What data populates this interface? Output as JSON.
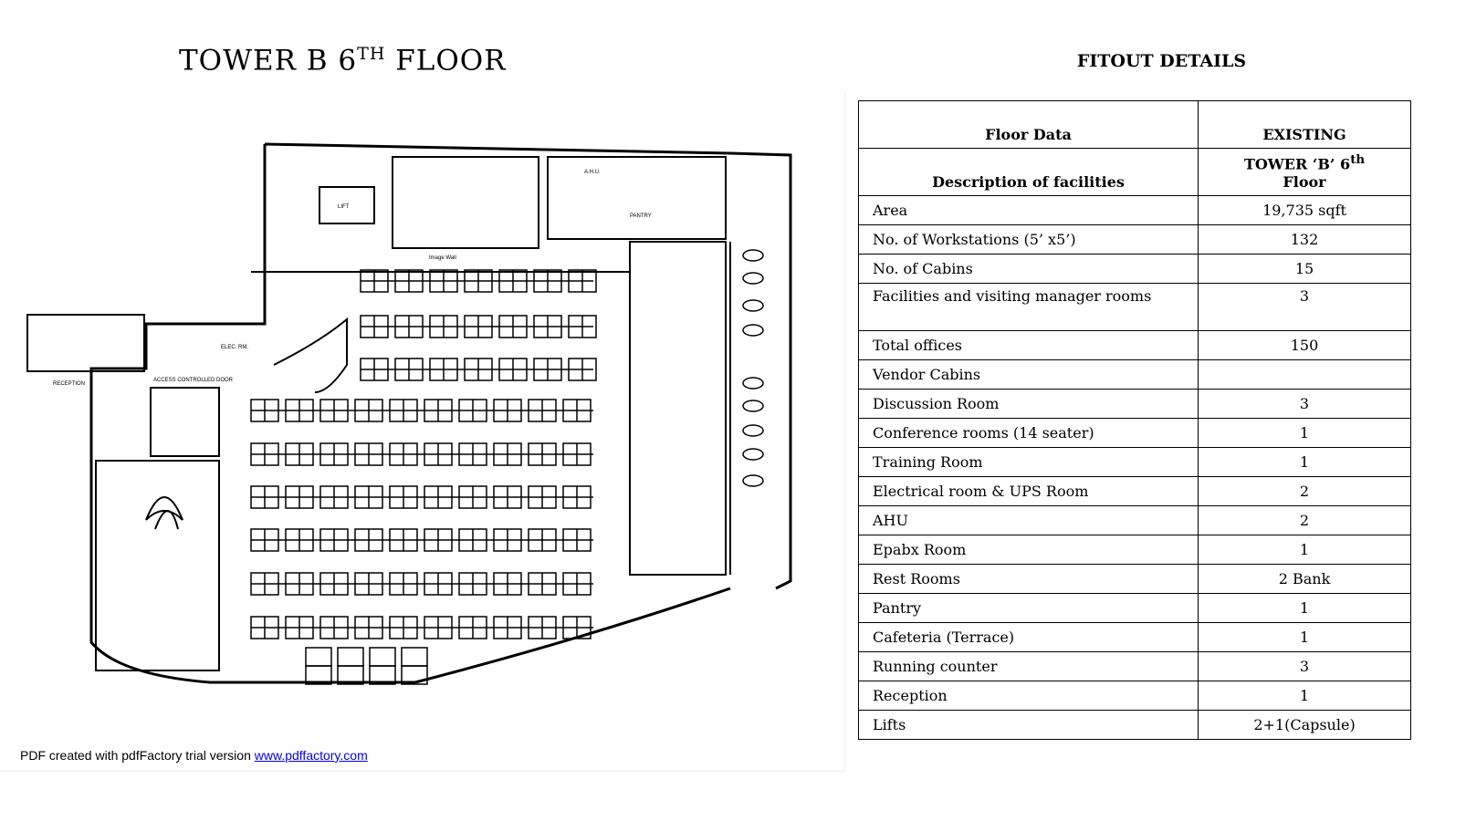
{
  "plan": {
    "title_main": "TOWER B 6",
    "title_sup": "TH",
    "title_tail": " FLOOR",
    "labels": {
      "lift": "LIFT",
      "ahu": "A.H.U.",
      "pantry": "PANTRY",
      "elec_rm": "ELEC. RM.",
      "access": "ACCESS CONTROLLED DOOR",
      "reception": "RECEPTION",
      "image_wall": "Image Wall"
    }
  },
  "pdf_note": {
    "text": "PDF created with pdfFactory trial version ",
    "link": "www.pdffactory.com"
  },
  "fitout": {
    "title": "FITOUT DETAILS",
    "header1": [
      "Floor Data",
      "EXISTING"
    ],
    "header2_label": "Description of facilities",
    "header2_value_line1": "TOWER ‘B’ 6",
    "header2_value_sup": "th",
    "header2_value_line2": "Floor",
    "rows": [
      {
        "label": "Area",
        "value": "19,735 sqft"
      },
      {
        "label": "No. of Workstations (5’ x5’)",
        "value": "132"
      },
      {
        "label": "No. of Cabins",
        "value": "15"
      },
      {
        "label": "Facilities and visiting manager rooms",
        "value": "3"
      },
      {
        "label": "Total offices",
        "value": "150"
      },
      {
        "label": "Vendor Cabins",
        "value": ""
      },
      {
        "label": "Discussion Room",
        "value": "3"
      },
      {
        "label": "Conference rooms (14 seater)",
        "value": "1"
      },
      {
        "label": "Training Room",
        "value": "1"
      },
      {
        "label": "Electrical room & UPS Room",
        "value": "2"
      },
      {
        "label": "AHU",
        "value": "2"
      },
      {
        "label": "Epabx Room",
        "value": "1"
      },
      {
        "label": "Rest Rooms",
        "value": "2 Bank"
      },
      {
        "label": "Pantry",
        "value": "1"
      },
      {
        "label": "Cafeteria (Terrace)",
        "value": "1"
      },
      {
        "label": "Running counter",
        "value": "3"
      },
      {
        "label": "Reception",
        "value": "1"
      },
      {
        "label": "Lifts",
        "value": "2+1(Capsule)"
      }
    ]
  }
}
